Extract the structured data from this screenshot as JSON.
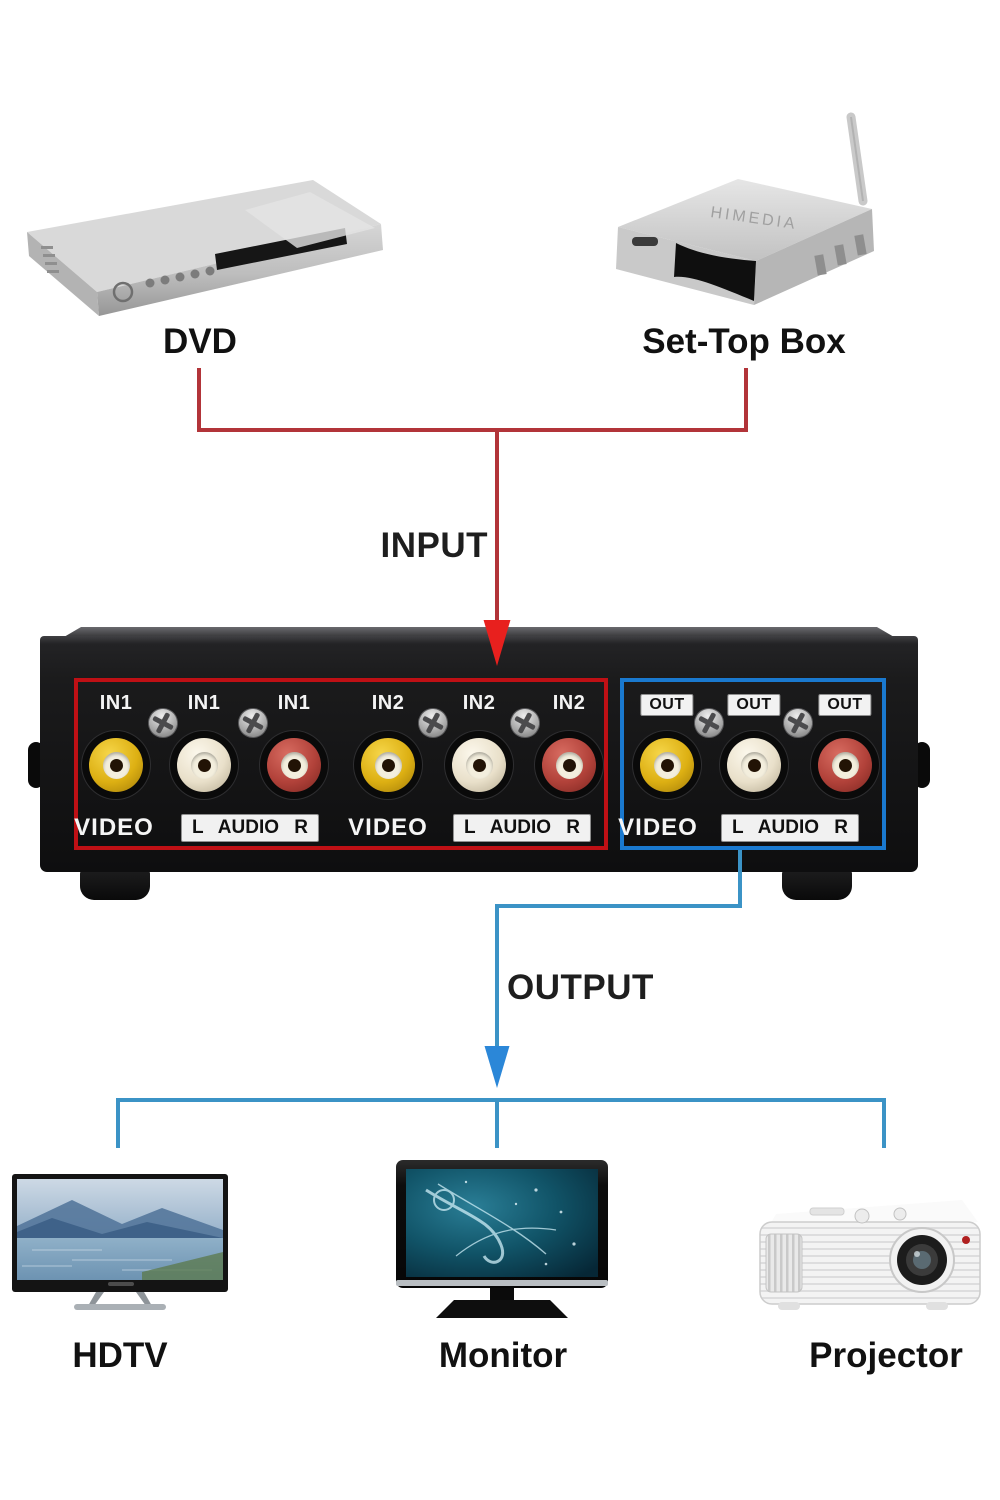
{
  "colors": {
    "line-red": "#b23439",
    "arrow-red": "#e8201e",
    "rect-red": "#bf1015",
    "line-blue": "#3b93c6",
    "arrow-blue": "#2b87d8",
    "rect-blue": "#1a79cf",
    "jack-yellow": "#ddb013",
    "jack-white": "#e9e0ca",
    "jack-red": "#b2423a"
  },
  "top": {
    "dvd_label": "DVD",
    "stb_label": "Set-Top Box",
    "stb_brand": "HIMEDIA"
  },
  "flow": {
    "input_label": "INPUT",
    "output_label": "OUTPUT"
  },
  "panel": {
    "ports": [
      "IN1",
      "IN1",
      "IN1",
      "IN2",
      "IN2",
      "IN2",
      "OUT",
      "OUT",
      "OUT"
    ],
    "video_label": "VIDEO",
    "audio_label": "L AUDIO R"
  },
  "bottom": {
    "hdtv_label": "HDTV",
    "monitor_label": "Monitor",
    "projector_label": "Projector"
  }
}
